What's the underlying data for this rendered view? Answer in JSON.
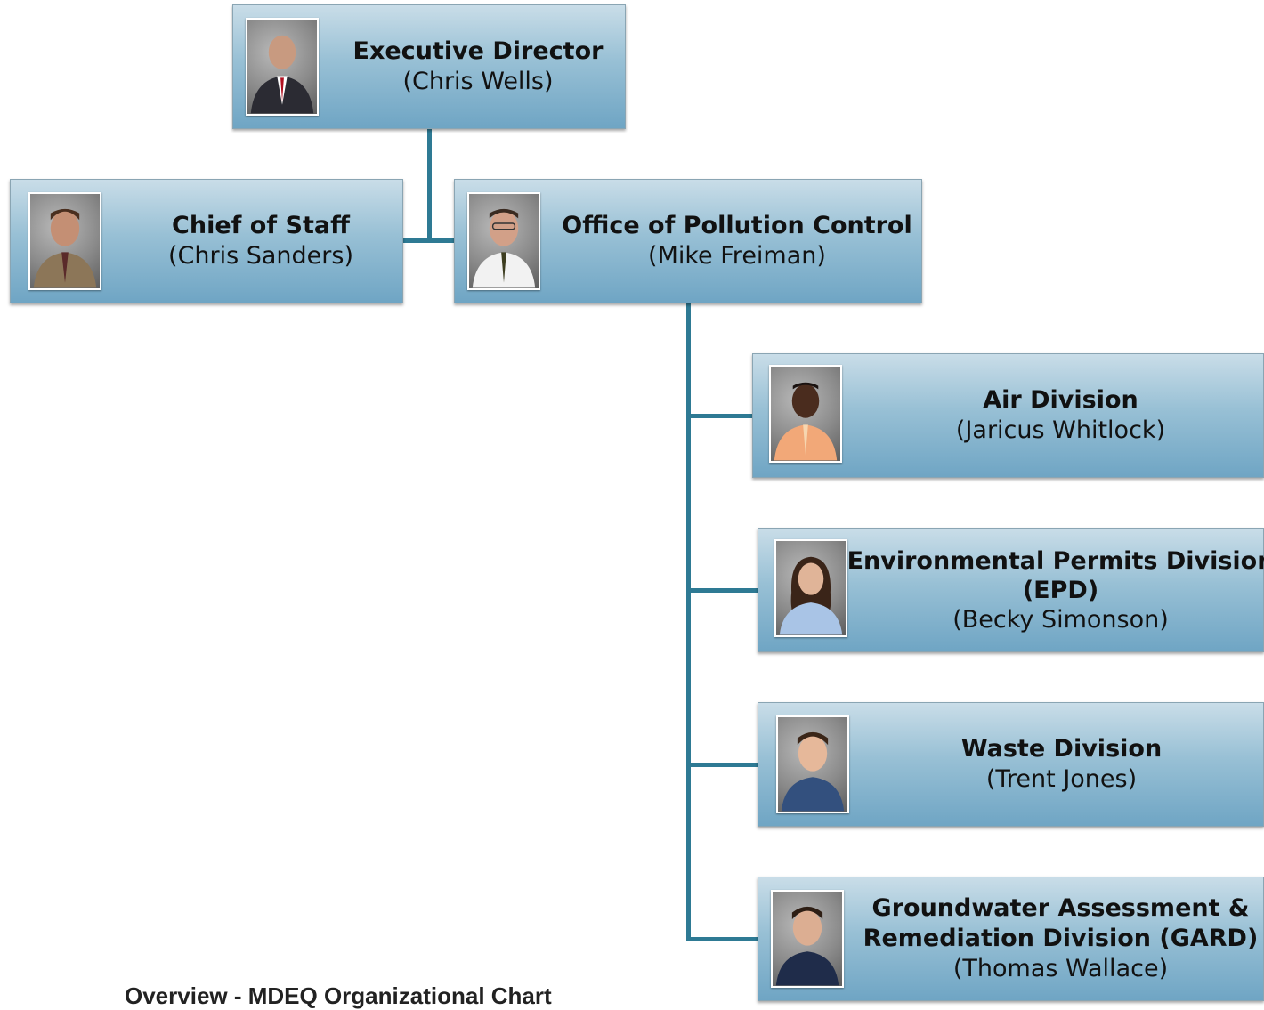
{
  "chart": {
    "nodes": [
      {
        "id": "executive-director",
        "title": "Executive Director",
        "name": "(Chris Wells)"
      },
      {
        "id": "chief-of-staff",
        "title": "Chief of Staff",
        "name": "(Chris Sanders)"
      },
      {
        "id": "pollution-control",
        "title": "Office of Pollution Control",
        "name": "(Mike Freiman)"
      },
      {
        "id": "air-division",
        "title": "Air Division",
        "name": "(Jaricus Whitlock)"
      },
      {
        "id": "epd",
        "title": "Environmental Permits Division",
        "title2": "(EPD)",
        "name": "(Becky Simonson)"
      },
      {
        "id": "waste-division",
        "title": "Waste Division",
        "name": "(Trent Jones)"
      },
      {
        "id": "gard",
        "title": "Groundwater Assessment &",
        "title2": "Remediation Division (GARD)",
        "name": "(Thomas Wallace)"
      }
    ],
    "edges": [
      {
        "from": "executive-director",
        "to": "chief-of-staff"
      },
      {
        "from": "executive-director",
        "to": "pollution-control"
      },
      {
        "from": "pollution-control",
        "to": "air-division"
      },
      {
        "from": "pollution-control",
        "to": "epd"
      },
      {
        "from": "pollution-control",
        "to": "waste-division"
      },
      {
        "from": "pollution-control",
        "to": "gard"
      }
    ]
  },
  "colors": {
    "connector": "#2e7a94",
    "box_top": "#c9dde8",
    "box_bottom": "#6fa5c4"
  },
  "footer": {
    "text": "Overview - MDEQ Organizational Chart"
  }
}
